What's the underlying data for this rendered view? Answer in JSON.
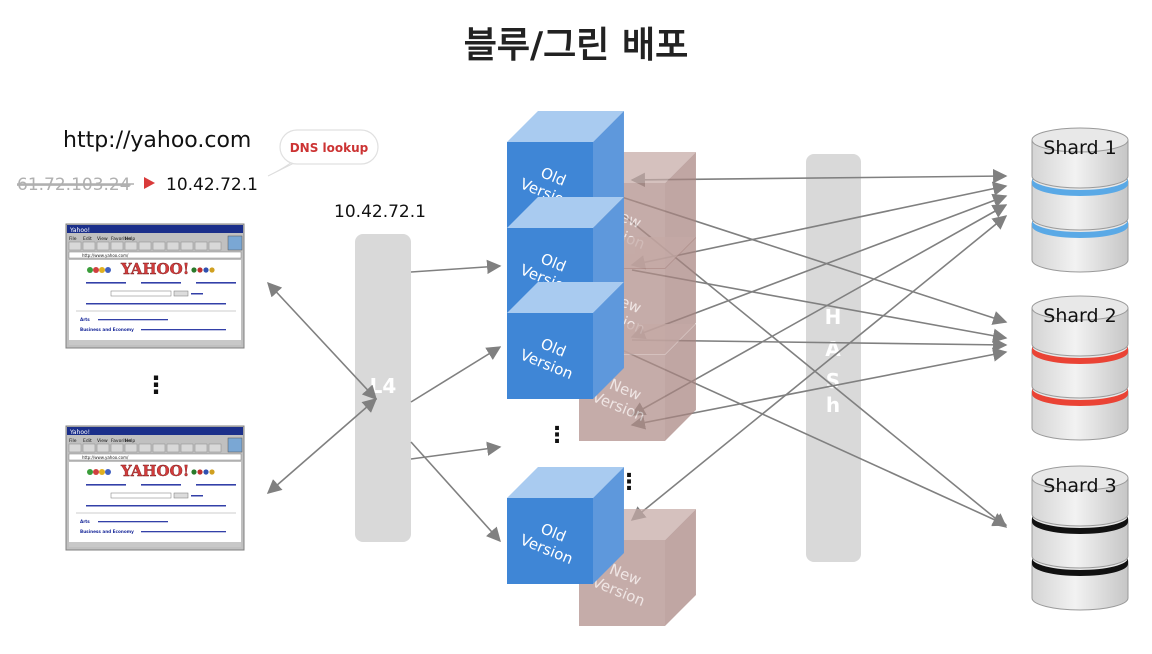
{
  "title": "블루/그린 배포",
  "dns": {
    "url": "http://yahoo.com",
    "old_ip": "61.72.103.24",
    "new_ip": "10.42.72.1",
    "lookup_label": "DNS lookup"
  },
  "l4": {
    "ip": "10.42.72.1",
    "label": "L4"
  },
  "ellipsis": "⋮",
  "cube": {
    "old_line1": "Old",
    "old_line2": "Version",
    "new_line1": "New",
    "new_line2": "Version"
  },
  "hash": {
    "letters": [
      "H",
      "A",
      "S",
      "h"
    ]
  },
  "shards": [
    {
      "label": "Shard 1",
      "color": "#5aa9e6"
    },
    {
      "label": "Shard 2",
      "color": "#ea4335"
    },
    {
      "label": "Shard 3",
      "color": "#111111"
    }
  ],
  "browser": {
    "title_bar": "Yahoo!",
    "logo": "YAHOO!",
    "address": "http://www.yahoo.com/",
    "menu": [
      "File",
      "Edit",
      "View",
      "Favorites",
      "Help"
    ],
    "links": [
      "Arts",
      "Business and Economy"
    ]
  },
  "colors": {
    "cube_blue": "#4a8fd9",
    "cube_brown": "#a07f7a",
    "panel": "#d9d9d9",
    "arrow": "#808080",
    "dns_red": "#cc3333"
  }
}
